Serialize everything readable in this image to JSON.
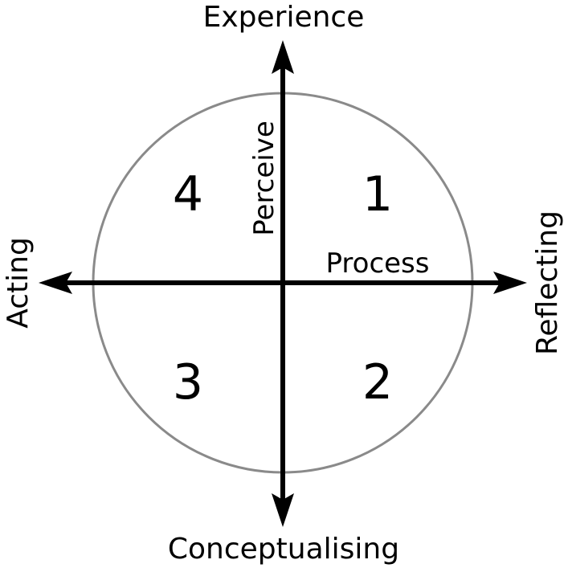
{
  "axes": {
    "top": "Experience",
    "bottom": "Conceptualising",
    "left": "Acting",
    "right": "Reflecting"
  },
  "inner": {
    "vertical": "Perceive",
    "horizontal": "Process"
  },
  "quadrants": {
    "q1": "1",
    "q2": "2",
    "q3": "3",
    "q4": "4"
  },
  "colors": {
    "circle": "#8a8a8a",
    "axes": "#000000"
  }
}
